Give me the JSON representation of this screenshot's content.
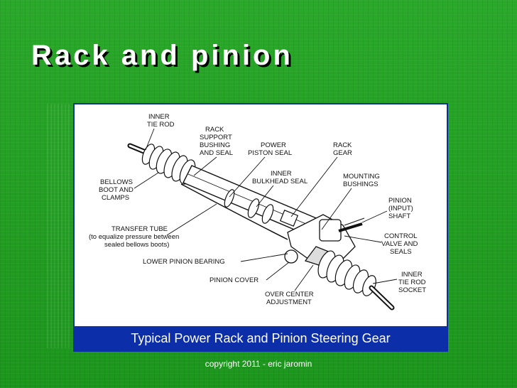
{
  "slide": {
    "title": "Rack and pinion",
    "footer": "copyright 2011 - eric jaromin"
  },
  "figure": {
    "caption": "Typical Power Rack and Pinion Steering Gear",
    "labels": {
      "inner_tie_rod_1": "INNER",
      "inner_tie_rod_2": "TIE ROD",
      "rack_support_1": "RACK",
      "rack_support_2": "SUPPORT",
      "rack_support_3": "BUSHING",
      "rack_support_4": "AND SEAL",
      "power_piston_1": "POWER",
      "power_piston_2": "PISTON SEAL",
      "rack_gear_1": "RACK",
      "rack_gear_2": "GEAR",
      "inner_bulkhead_1": "INNER",
      "inner_bulkhead_2": "BULKHEAD SEAL",
      "mounting_1": "MOUNTING",
      "mounting_2": "BUSHINGS",
      "bellows_1": "BELLOWS",
      "bellows_2": "BOOT AND",
      "bellows_3": "CLAMPS",
      "pinion_shaft_1": "PINION",
      "pinion_shaft_2": "(INPUT)",
      "pinion_shaft_3": "SHAFT",
      "transfer_1": "TRANSFER TUBE",
      "transfer_2": "(to equalize pressure between",
      "transfer_3": "sealed bellows boots)",
      "control_1": "CONTROL",
      "control_2": "VALVE AND",
      "control_3": "SEALS",
      "lower_pinion": "LOWER PINION BEARING",
      "pinion_cover": "PINION COVER",
      "inner_socket_1": "INNER",
      "inner_socket_2": "TIE ROD",
      "inner_socket_3": "SOCKET",
      "over_center_1": "OVER CENTER",
      "over_center_2": "ADJUSTMENT"
    }
  }
}
